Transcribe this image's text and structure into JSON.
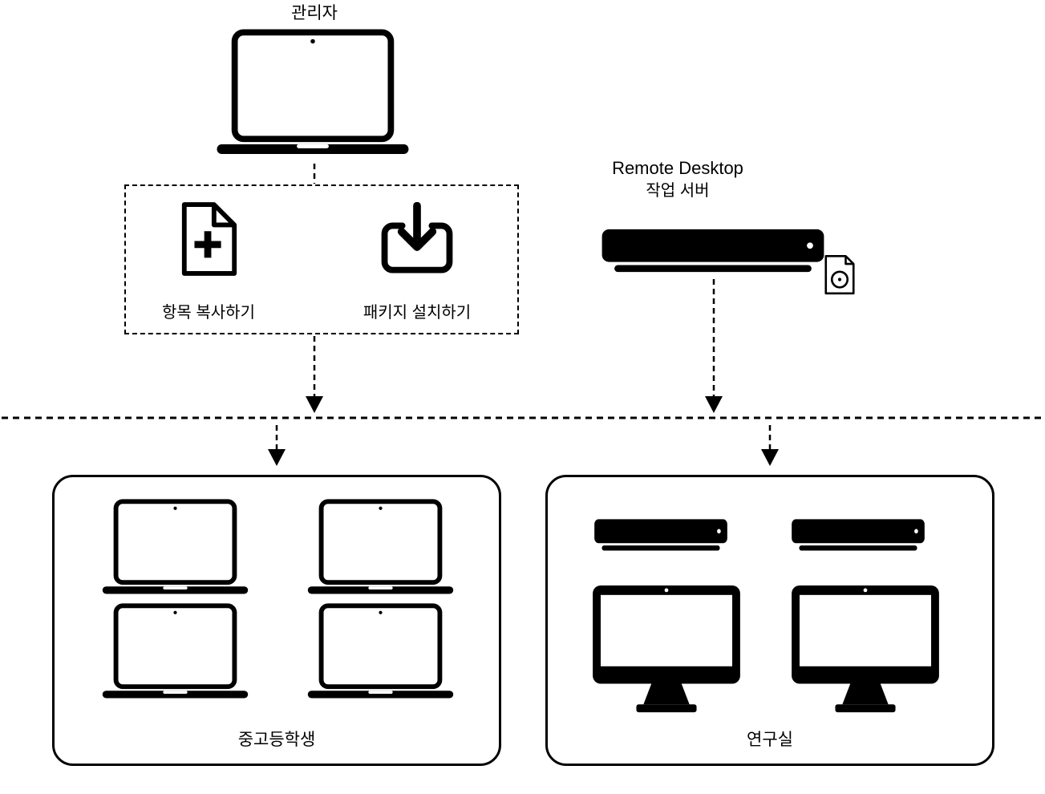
{
  "diagram": {
    "admin": {
      "label": "관리자",
      "icon": "laptop-icon"
    },
    "tasks": {
      "copy": {
        "label": "항목 복사하기",
        "icon": "document-plus-icon"
      },
      "install": {
        "label": "패키지 설치하기",
        "icon": "tray-download-icon"
      }
    },
    "task_server": {
      "label_line1": "Remote Desktop",
      "label_line2": "작업 서버",
      "icon": "rack-server-icon",
      "attachment_icon": "disk-image-icon"
    },
    "groups": {
      "students": {
        "label": "중고등학생",
        "device_icon": "laptop-icon",
        "device_count": 4
      },
      "lab": {
        "label": "연구실",
        "server_icon": "rack-server-icon",
        "server_count": 2,
        "display_icon": "desktop-display-icon",
        "display_count": 2
      }
    },
    "colors": {
      "foreground": "#000000",
      "background": "#ffffff"
    }
  }
}
